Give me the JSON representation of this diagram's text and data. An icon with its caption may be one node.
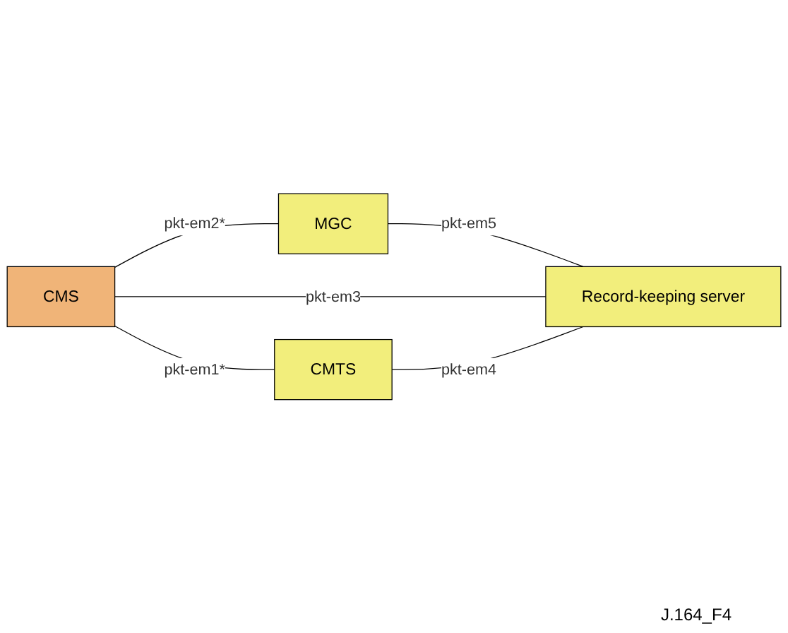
{
  "diagram": {
    "nodes": [
      {
        "text": [
          "MGC"
        ]
      },
      {
        "text": [
          "CMS"
        ]
      },
      {
        "text": [
          "Record-keeping server"
        ]
      },
      {
        "text": [
          "CMTS"
        ]
      }
    ],
    "edges": [
      {
        "from": 1,
        "to": 0,
        "arrow": "none",
        "label": "pkt-em2*"
      },
      {
        "from": 0,
        "to": 2,
        "arrow": "none",
        "label": "pkt-em5"
      },
      {
        "from": 1,
        "to": 2,
        "arrow": "none",
        "label": "pkt-em3"
      },
      {
        "from": 1,
        "to": 3,
        "arrow": "none",
        "label": "pkt-em1*"
      },
      {
        "from": 3,
        "to": 2,
        "arrow": "none",
        "label": "pkt-em4"
      }
    ],
    "labels": [
      "J.164_F4"
    ]
  }
}
